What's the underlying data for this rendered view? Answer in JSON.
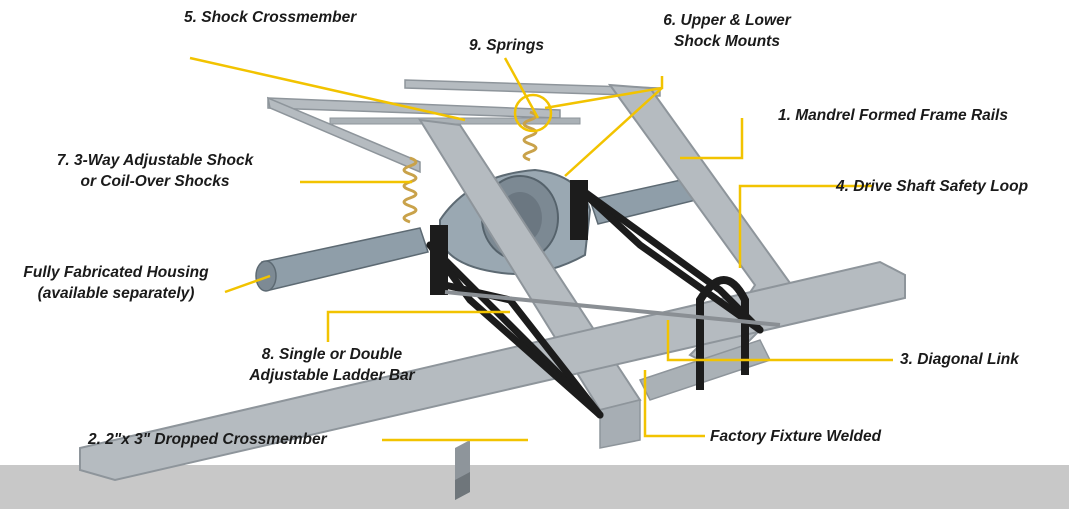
{
  "labels": {
    "shock_crossmember": "5. Shock Crossmember",
    "springs": "9. Springs",
    "shock_mounts_line1": "6. Upper & Lower",
    "shock_mounts_line2": "Shock Mounts",
    "frame_rails": "1. Mandrel Formed Frame Rails",
    "adjustable_shock_line1": "7. 3-Way Adjustable Shock",
    "adjustable_shock_line2": "or Coil-Over Shocks",
    "safety_loop": "4. Drive Shaft Safety Loop",
    "housing_line1": "Fully Fabricated Housing",
    "housing_line2": "(available separately)",
    "ladder_bar_line1": "8. Single or Double",
    "ladder_bar_line2": "Adjustable Ladder Bar",
    "diagonal_link": "3. Diagonal Link",
    "dropped_crossmember": "2. 2\"x 3\" Dropped Crossmember",
    "fixture_welded": "Factory Fixture Welded"
  },
  "colors": {
    "leader": "#f2c300",
    "frame": "#b5bbc0",
    "frame_dark": "#8e959b",
    "housing": "#8f9ea9",
    "ladder_bar": "#1c1c1c",
    "spring": "#c9a24a",
    "floor": "#c8c8c8",
    "text": "#1a1a1a"
  }
}
